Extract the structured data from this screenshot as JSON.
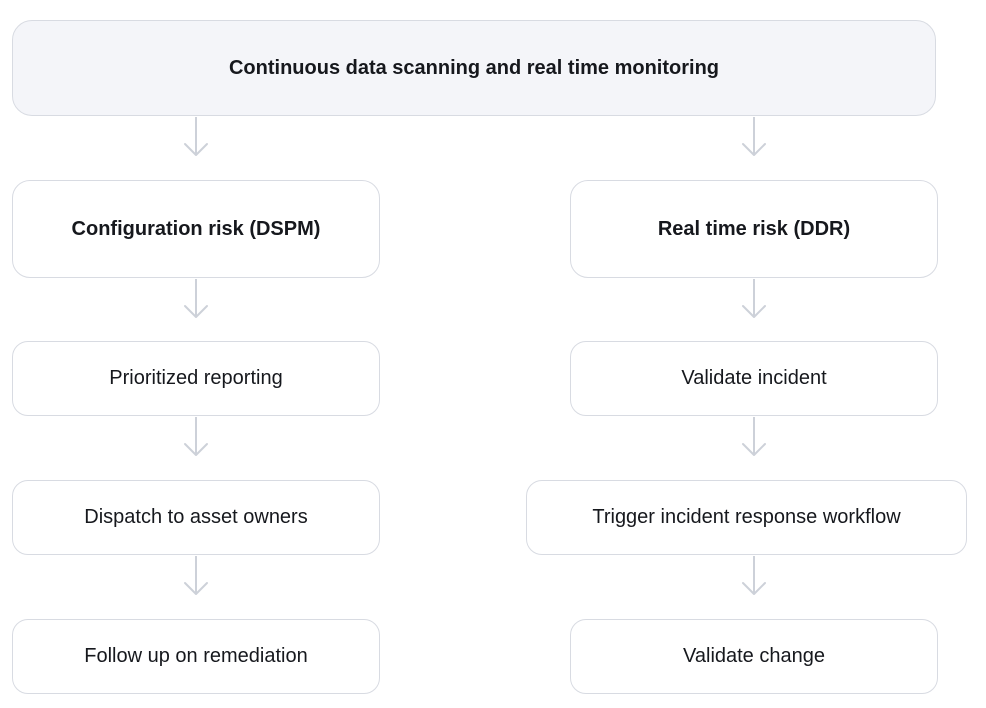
{
  "diagram": {
    "root": {
      "label": "Continuous data scanning and real time monitoring"
    },
    "columns": [
      {
        "id": "dspm",
        "header": "Configuration risk (DSPM)",
        "steps": [
          "Prioritized reporting",
          "Dispatch to asset owners",
          "Follow up on remediation"
        ]
      },
      {
        "id": "ddr",
        "header": "Real time risk (DDR)",
        "steps": [
          "Validate incident",
          "Trigger incident response workflow",
          "Validate change"
        ]
      }
    ]
  },
  "colors": {
    "root-bg": "#f4f5f9",
    "node-bg": "#ffffff",
    "node-border": "#d8dbe2",
    "arrow": "#cdd1d9",
    "text": "#16181d"
  }
}
